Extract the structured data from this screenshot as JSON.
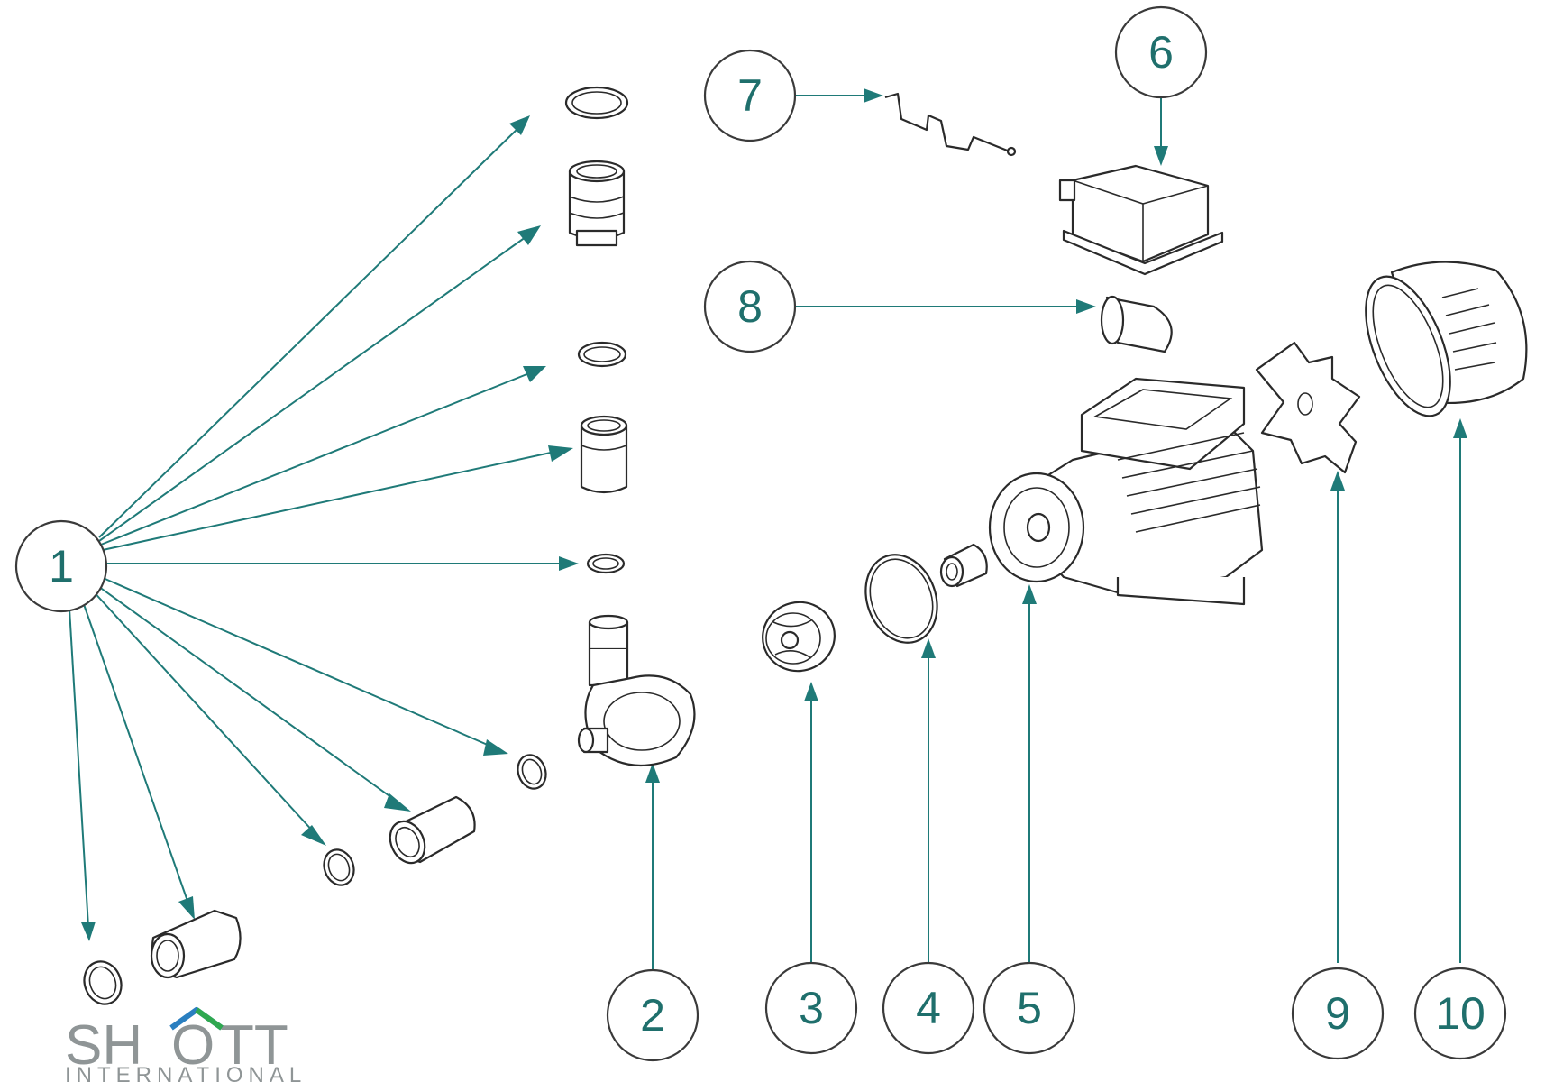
{
  "callouts": [
    {
      "id": "1",
      "label": "1"
    },
    {
      "id": "2",
      "label": "2"
    },
    {
      "id": "3",
      "label": "3"
    },
    {
      "id": "4",
      "label": "4"
    },
    {
      "id": "5",
      "label": "5"
    },
    {
      "id": "6",
      "label": "6"
    },
    {
      "id": "7",
      "label": "7"
    },
    {
      "id": "8",
      "label": "8"
    },
    {
      "id": "9",
      "label": "9"
    },
    {
      "id": "10",
      "label": "10"
    }
  ],
  "logo": {
    "wordmark_left": "SH",
    "wordmark_o": "O",
    "wordmark_right": "TT",
    "subtitle": "INTERNATIONAL",
    "colors": {
      "gray": "#8f9596",
      "roof_blue": "#2a7fc0",
      "roof_green": "#2fa84f"
    }
  },
  "colors": {
    "callout_text": "#1f6f6c",
    "leader": "#1f7a78",
    "line_art": "#2a2a2a"
  }
}
